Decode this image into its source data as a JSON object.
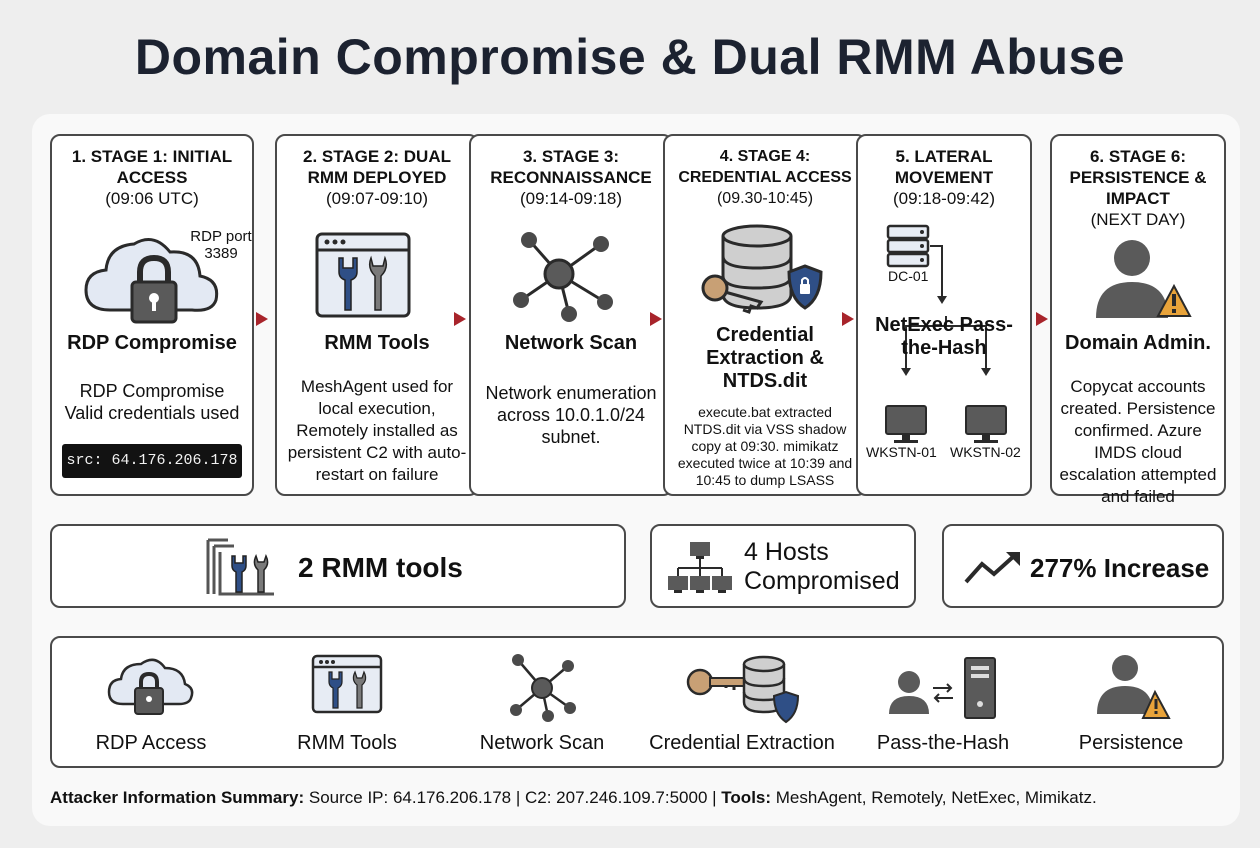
{
  "title": "Domain Compromise & Dual RMM Abuse",
  "stages": [
    {
      "title": "1. Stage 1: Initial Access",
      "time": "(09:06 UTC)",
      "name": "RDP Compromise",
      "desc": "RDP Compromise Valid credentials used",
      "icon": "cloud-lock-icon"
    },
    {
      "title": "2. Stage 2: Dual RMM Deployed",
      "time": "(09:07-09:10)",
      "name": "RMM Tools",
      "desc": "MeshAgent used for local execution, Remotely installed as persistent C2 with auto-restart on failure",
      "icon": "wrench-window-icon"
    },
    {
      "title": "3. Stage 3: Reconnaissance",
      "time": "(09:14-09:18)",
      "name": "Network Scan",
      "desc": "Network enumeration across 10.0.1.0/24 subnet.",
      "icon": "network-icon"
    },
    {
      "title": "4. Stage 4: Credential Access",
      "time": "(09.30-10:45)",
      "name": "Credential Extraction & NTDS.dit",
      "desc": "execute.bat extracted NTDS.dit via VSS shadow copy at 09:30. mimikatz executed twice at 10:39 and 10:45 to dump LSASS",
      "icon": "database-key-shield-icon"
    },
    {
      "title": "5. Lateral Movement",
      "time": "(09:18-09:42)",
      "name": "NetExec Pass-the-Hash",
      "desc": "",
      "icon": "server-workstations-icon"
    },
    {
      "title": "6. Stage 6: Persistence & Impact",
      "time": "(next day)",
      "name": "Domain Admin.",
      "desc": "Copycat accounts created. Persistence confirmed. Azure IMDS cloud escalation attempted and failed",
      "icon": "user-warning-icon"
    }
  ],
  "stage1_extra": {
    "port_label": "RDP port 3389",
    "source_ip": "src: 64.176.206.178"
  },
  "stage5_extra": {
    "dc": "DC-01",
    "ws1": "WKSTN-01",
    "ws2": "WKSTN-02"
  },
  "stats": [
    {
      "label": "2 RMM tools",
      "icon": "wrench-stack-icon"
    },
    {
      "label": "4 Hosts Compromised",
      "icon": "network-hosts-icon"
    },
    {
      "label": "277% Increase",
      "icon": "trend-up-icon"
    }
  ],
  "legend": [
    {
      "label": "RDP Access",
      "icon": "cloud-lock-icon"
    },
    {
      "label": "RMM Tools",
      "icon": "wrench-window-icon"
    },
    {
      "label": "Network Scan",
      "icon": "network-icon"
    },
    {
      "label": "Credential Extraction",
      "icon": "key-database-icon"
    },
    {
      "label": "Pass-the-Hash",
      "icon": "user-server-icon"
    },
    {
      "label": "Persistence",
      "icon": "user-warning-icon"
    }
  ],
  "footer": {
    "summary_label": "Attacker Information Summary:",
    "summary_text": "Source IP: 64.176.206.178 | C2: 207.246.109.7:5000 |",
    "tools_label": "Tools:",
    "tools_text": "MeshAgent, Remotely, NetExec, Mimikatz."
  },
  "colors": {
    "arrow": "#a8242b",
    "icon_blue": "#2f4f86",
    "icon_fill": "#e7ecf4",
    "warning": "#e8a33a"
  }
}
